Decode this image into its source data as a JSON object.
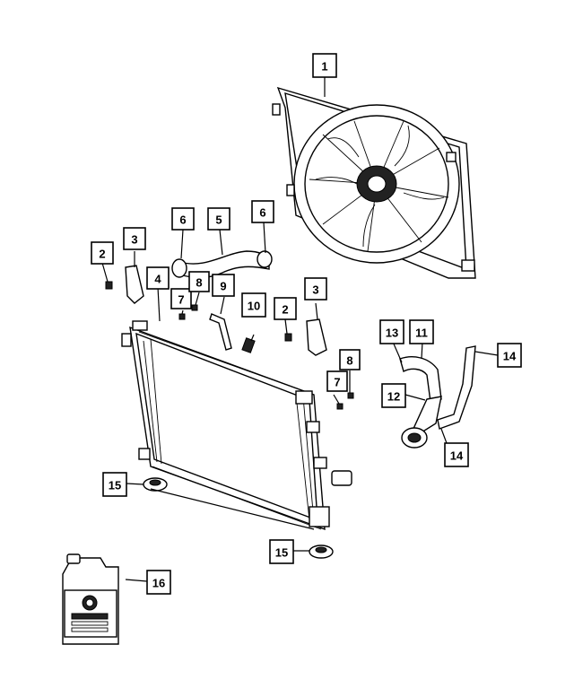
{
  "callouts": [
    {
      "id": "c1",
      "label": "1"
    },
    {
      "id": "c2a",
      "label": "2"
    },
    {
      "id": "c3a",
      "label": "3"
    },
    {
      "id": "c4",
      "label": "4"
    },
    {
      "id": "c5",
      "label": "5"
    },
    {
      "id": "c6a",
      "label": "6"
    },
    {
      "id": "c6b",
      "label": "6"
    },
    {
      "id": "c7a",
      "label": "7"
    },
    {
      "id": "c8a",
      "label": "8"
    },
    {
      "id": "c9",
      "label": "9"
    },
    {
      "id": "c10",
      "label": "10"
    },
    {
      "id": "c2b",
      "label": "2"
    },
    {
      "id": "c3b",
      "label": "3"
    },
    {
      "id": "c7b",
      "label": "7"
    },
    {
      "id": "c8b",
      "label": "8"
    },
    {
      "id": "c13",
      "label": "13"
    },
    {
      "id": "c11",
      "label": "11"
    },
    {
      "id": "c14a",
      "label": "14"
    },
    {
      "id": "c12",
      "label": "12"
    },
    {
      "id": "c14b",
      "label": "14"
    },
    {
      "id": "c15a",
      "label": "15"
    },
    {
      "id": "c15b",
      "label": "15"
    },
    {
      "id": "c16",
      "label": "16"
    }
  ]
}
